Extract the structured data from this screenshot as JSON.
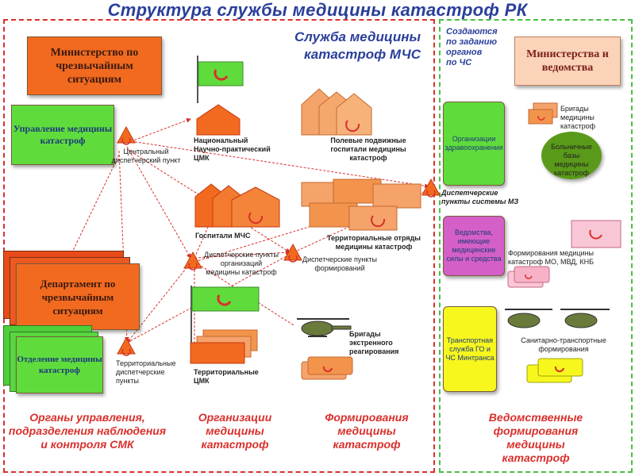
{
  "title": "Структура службы медицины катастроф РК",
  "service_title_line1": "Служба медицины",
  "service_title_line2": "катастроф МЧС",
  "created_text": {
    "line1": "Создаются",
    "line2": "по заданию",
    "line3": "органов",
    "line4": "по ЧС"
  },
  "boxes": {
    "ministry_emergency": "Министерство по чрезвычайным ситуациям",
    "disaster_medicine_admin": "Управление медицины катастроф",
    "department_emergency": "Департамент по чрезвычайным ситуациям",
    "disaster_medicine_division": "Отделение медицины катастроф",
    "ministries_agencies": "Министерства и ведомства",
    "health_orgs": "Организации здравоохранения",
    "agencies_medical": "Ведомства, имеющие медицинские силы и средства",
    "transport_service": "Транспортная служба ГО и ЧС Минтранса"
  },
  "labels": {
    "central_dispatch": "Центральный диспетчерский пункт",
    "national_center_l1": "Национальный",
    "national_center_l2": "Научно-практический",
    "national_center_l3": "ЦМК",
    "field_hospitals": "Полевые подвижные госпитали медицины катастроф",
    "ministry_dispatch": "Диспетчерские пункты системы МЗ",
    "mchs_hospitals": "Госпитали МЧС",
    "territorial_units": "Территориальные отряды медицины катастроф",
    "org_dispatch": "Диспетчерские пункты организаций медицины катастроф",
    "formation_dispatch": "Диспетчерские пункты формирований",
    "emergency_brigades": "Бригады экстренного реагирования",
    "territorial_dispatch": "Территориальные диспетчерские пункты",
    "territorial_cmk_l1": "Территориальные",
    "territorial_cmk_l2": "ЦМК",
    "brigades_mk": "Бригады медицины катастроф",
    "hospital_bases": "Больничные базы медицины катастроф",
    "formations_mk": "Формирования медицины катастроф МО, МВД, КНБ",
    "sanitary_transport": "Санитарно-транспортные формирования"
  },
  "bottom_captions": {
    "col1": "Органы управления, подразделения наблюдения и контроля СМК",
    "col2": "Организации медицины катастроф",
    "col3": "Формирования медицины катастроф",
    "col4": "Ведомственные формирования медицины катастроф"
  },
  "colors": {
    "title_blue": "#2a3f9a",
    "caption_red": "#d9302c",
    "orange": "#f26a1f",
    "green": "#5fdc3c",
    "frame_green": "#47c043"
  }
}
